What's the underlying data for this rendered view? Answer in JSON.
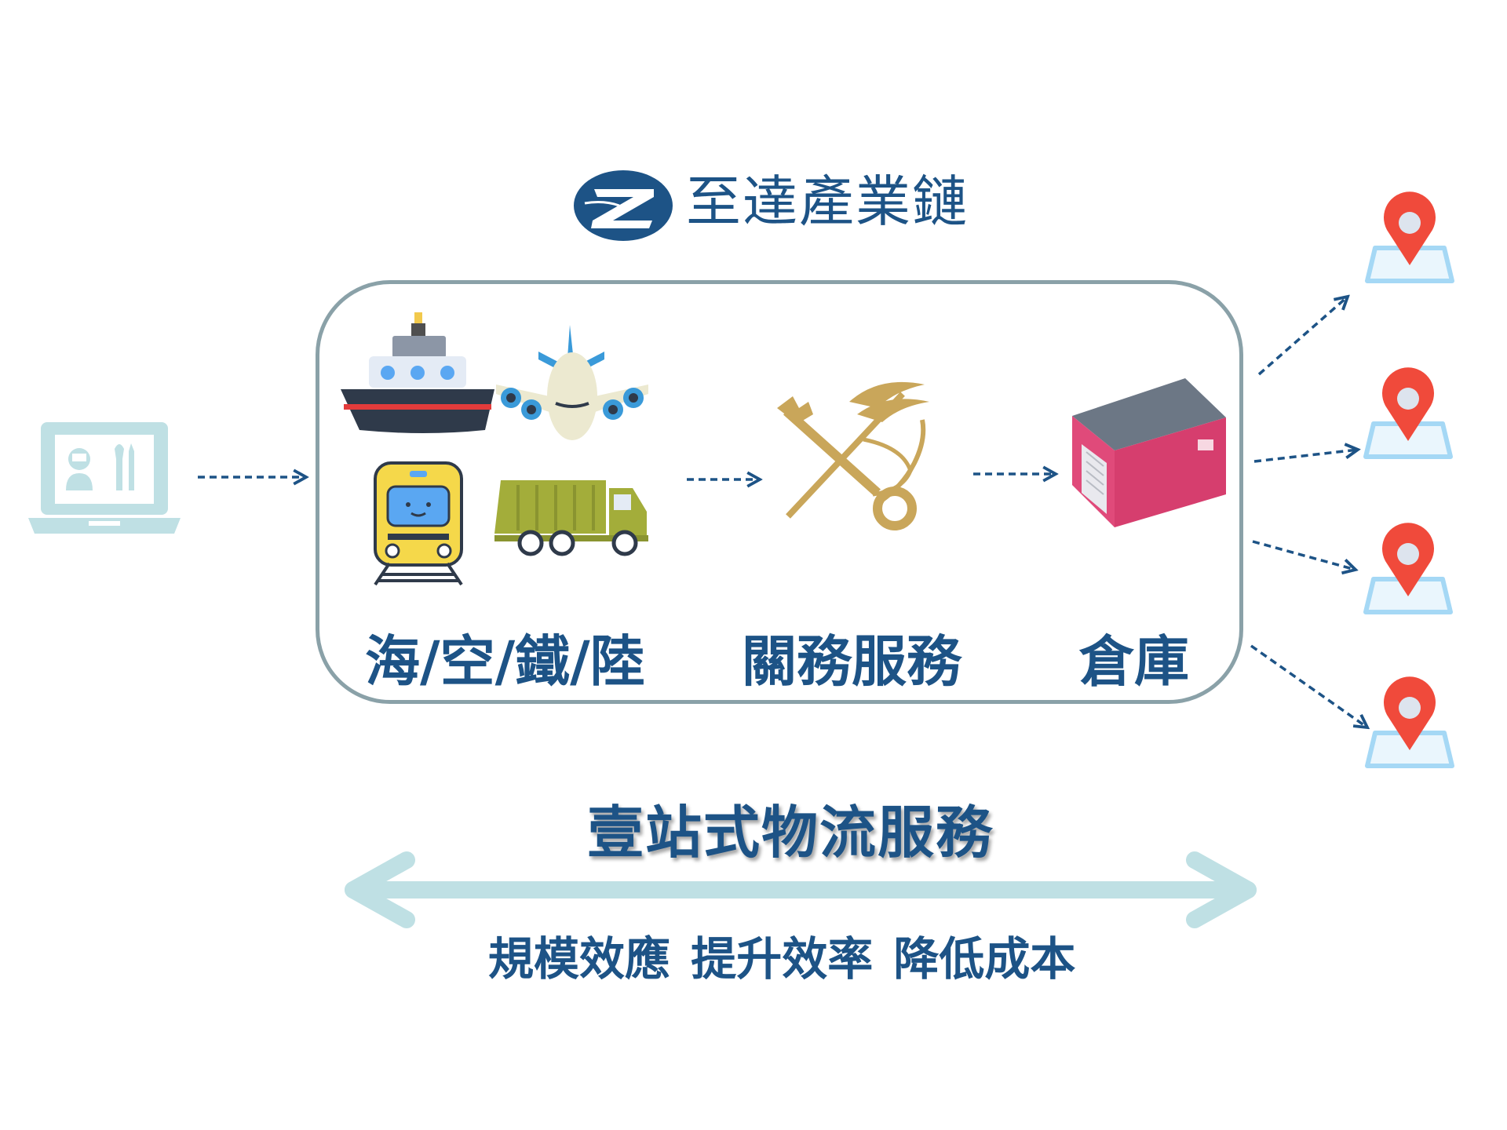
{
  "brand": {
    "name": "至達產業鏈",
    "logo_icon": "brand-logo-icon"
  },
  "stages": [
    {
      "label": "海/空/鐵/陸",
      "icons": [
        "ship-icon",
        "airplane-icon",
        "train-icon",
        "truck-icon"
      ]
    },
    {
      "label": "關務服務",
      "icons": [
        "customs-emblem-icon"
      ]
    },
    {
      "label": "倉庫",
      "icons": [
        "warehouse-icon"
      ]
    }
  ],
  "source_icon": "laptop-designer-icon",
  "destination_icon": "location-pin-icon",
  "destination_count": 4,
  "tagline": "壹站式物流服務",
  "benefits": "規模效應 提升效率 降低成本",
  "colors": {
    "primary_text": "#1d5386",
    "box_border": "#8aa1a8",
    "arrow": "#1d5386",
    "big_arrow": "#bfe0e4",
    "laptop": "#bfe0e4",
    "pin_red": "#f04a3b",
    "pin_base": "#a5d8f5"
  }
}
